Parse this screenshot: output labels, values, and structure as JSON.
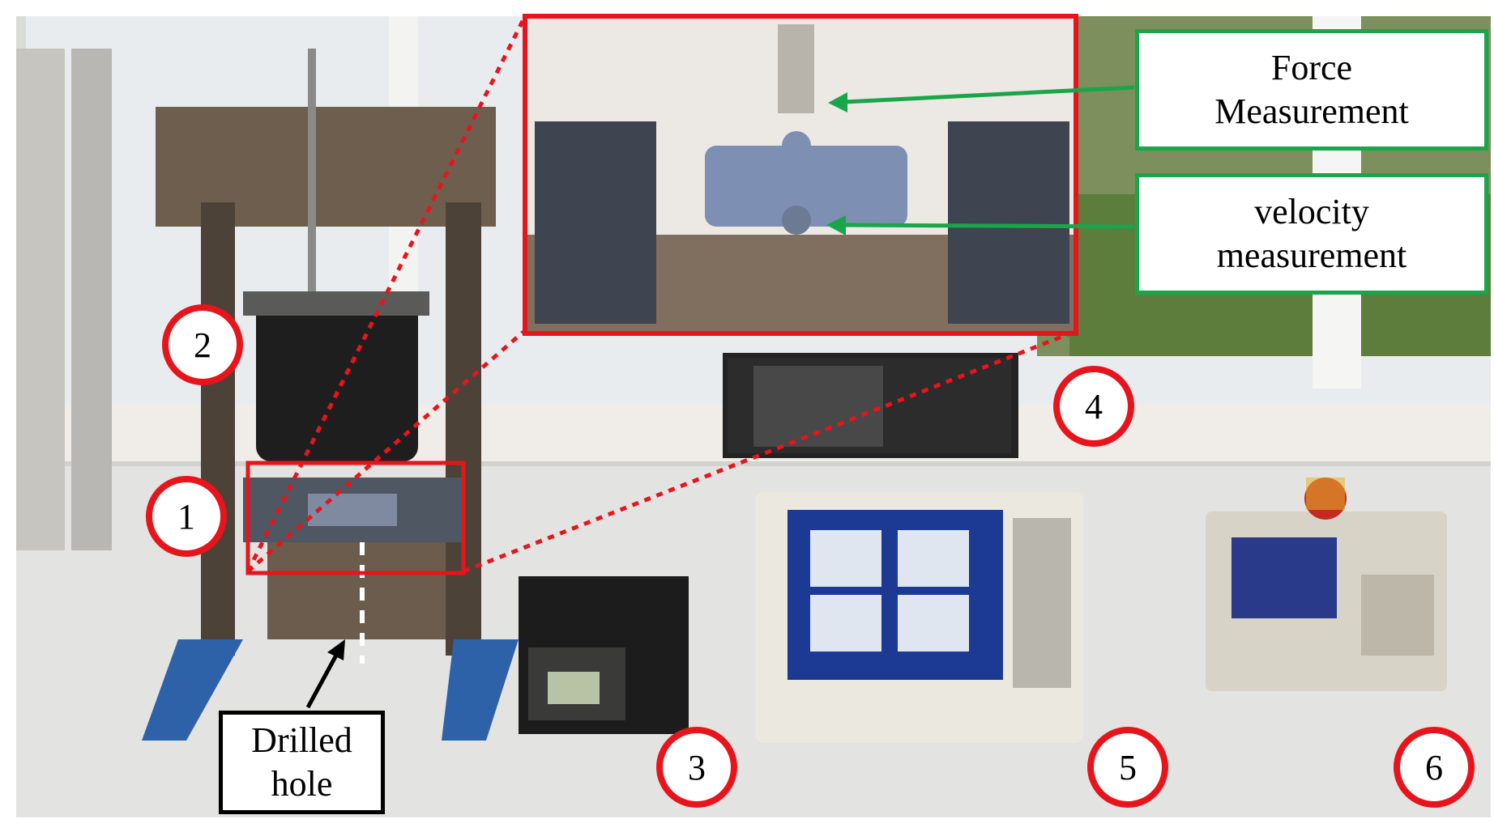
{
  "labels": {
    "force": "Force\nMeasurement",
    "velocity": "velocity\nmeasurement",
    "drilled": "Drilled\nhole"
  },
  "callouts": {
    "c1": "1",
    "c2": "2",
    "c3": "3",
    "c4": "4",
    "c5": "5",
    "c6": "6"
  },
  "colors": {
    "callout_ring": "#e8141c",
    "green_border": "#19a64b",
    "detail_border": "#e8141c"
  }
}
